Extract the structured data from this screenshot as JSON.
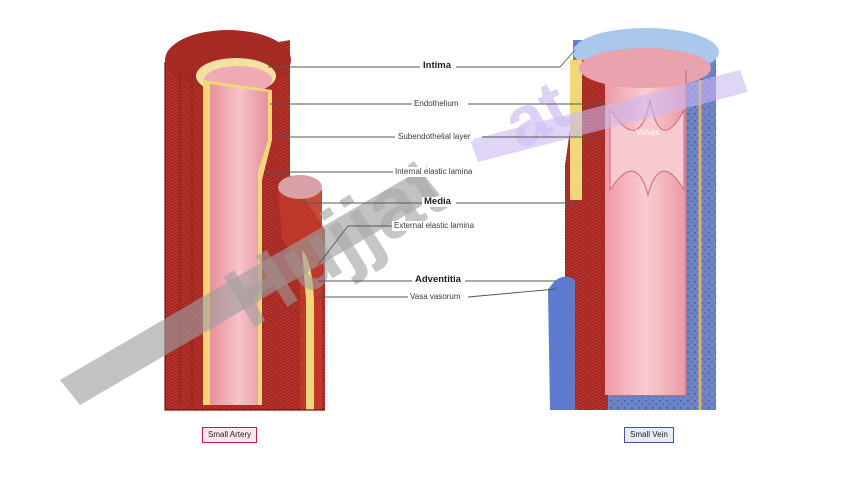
{
  "labels": {
    "intima": "Intima",
    "endothelium": "Endothelium",
    "subendothelial": "Subendothelial layer",
    "internal_elastic": "Internal elastic lamina",
    "media": "Media",
    "external_elastic": "External elastic lamina",
    "adventitia": "Adventitia",
    "vasa_vasorum": "Vasa vasorum",
    "valves": "Valves"
  },
  "captions": {
    "artery": "Small Artery",
    "vein": "Small Vein"
  },
  "watermark": "Hujjat",
  "colors": {
    "artery_media": "#c0392b",
    "lumen_pink": "#f0a8b0",
    "elastic_yellow": "#f1d77a",
    "vein_adventitia": "#5b7bc6",
    "watermark_gray": "#9e9e9e",
    "watermark_lilac": "#c9b8f0"
  }
}
